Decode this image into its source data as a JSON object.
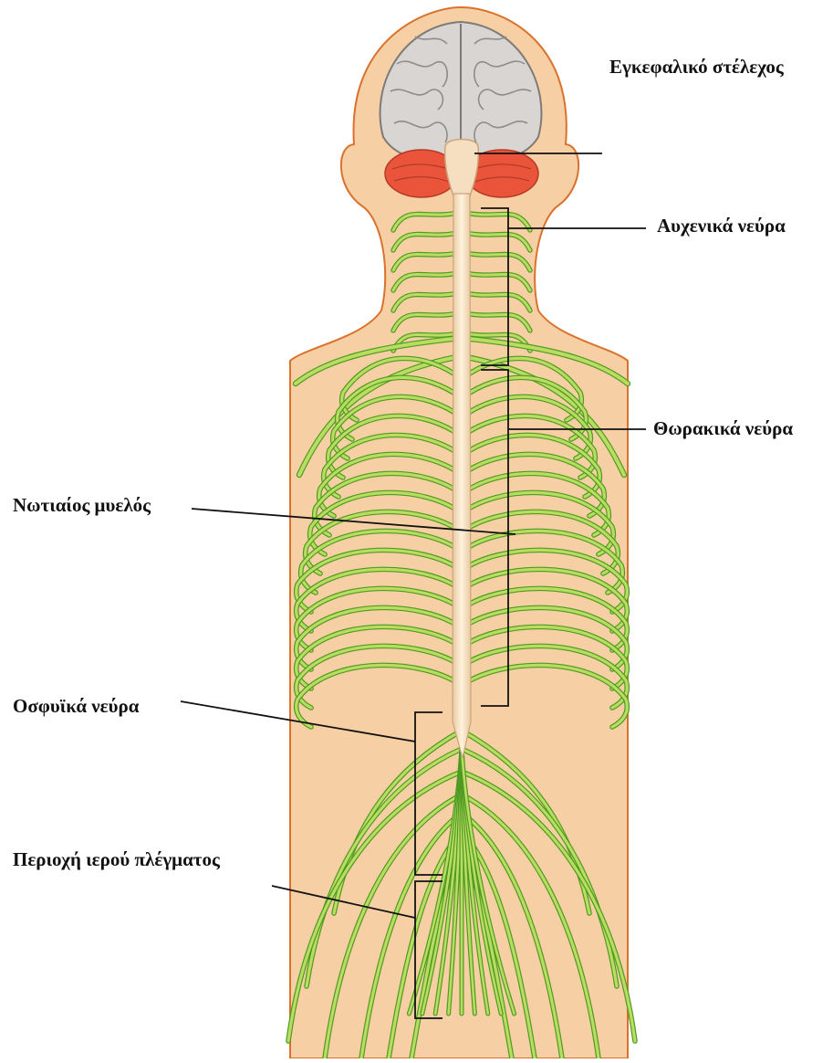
{
  "labels": {
    "brainstem": "Εγκεφαλικό στέλεχος",
    "cervical": "Αυχενικά νεύρα",
    "thoracic": "Θωρακικά νεύρα",
    "spinal_cord": "Νωτιαίος μυελός",
    "lumbar": "Οσφυϊκά νεύρα",
    "sacral": "Περιοχή ιερού πλέγματος"
  },
  "colors": {
    "skin": "#f7cfa4",
    "skin_outline": "#d9722e",
    "brain": "#d8d5d2",
    "brain_folds": "#8f8b88",
    "cerebellum": "#e9543b",
    "spinal_cord": "#f6dfc0",
    "nerve_light": "#b9dc62",
    "nerve_dark": "#4f9a22",
    "leader_line": "#111111"
  }
}
